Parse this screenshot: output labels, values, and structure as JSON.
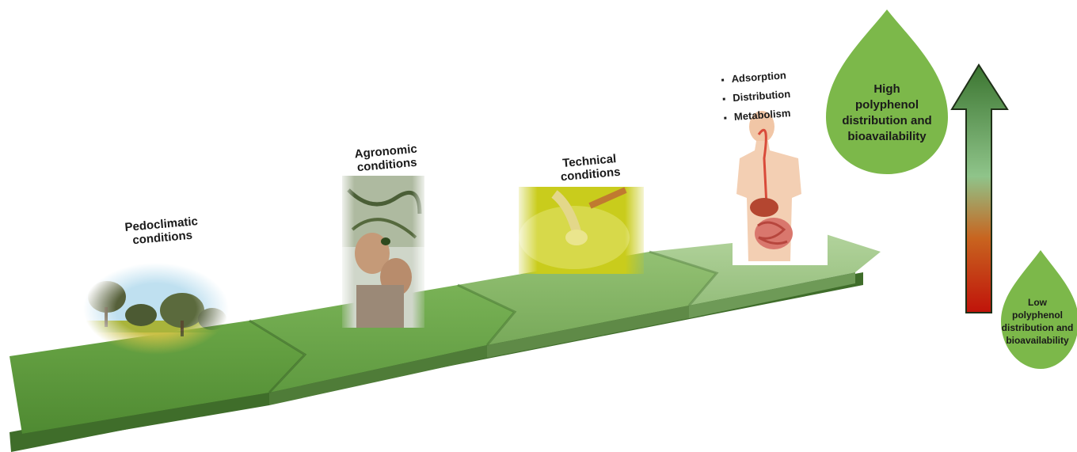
{
  "stages": [
    {
      "label_line1": "Pedoclimatic",
      "label_line2": "conditions",
      "photo": "olive-grove-field"
    },
    {
      "label_line1": "Agronomic",
      "label_line2": "conditions",
      "photo": "hands-picking-olives"
    },
    {
      "label_line1": "Technical",
      "label_line2": "conditions",
      "photo": "olive-oil-pouring"
    },
    {
      "photo": "human-digestive-system"
    }
  ],
  "processes": [
    "Adsorption",
    "Distribution",
    "Metabolism"
  ],
  "high_drop": {
    "line1": "High",
    "line2": "polyphenol",
    "line3": "distribution and",
    "line4": "bioavailability"
  },
  "low_drop": {
    "line1": "Low",
    "line2": "polyphenol",
    "line3": "distribution and",
    "line4": "bioavailability"
  },
  "colors": {
    "segment_dark": "#5e9a3c",
    "segment_mid": "#6eaa4a",
    "segment_light": "#86b765",
    "segment_pale": "#a3c98a",
    "drop_green": "#7cb84a",
    "arrow_top": "#3f7a2e",
    "arrow_bottom": "#c41a0c"
  }
}
